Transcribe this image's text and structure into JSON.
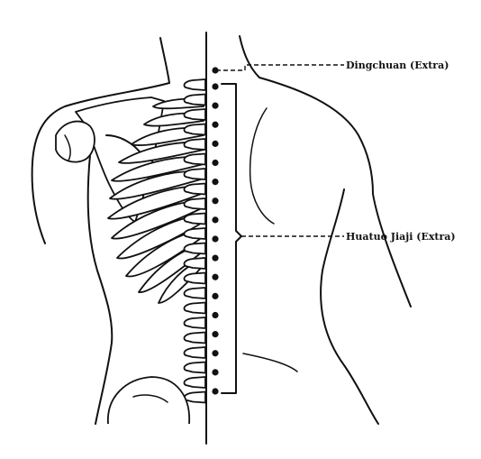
{
  "labels": {
    "dingchuan": "Dingchuan (Extra)",
    "huatuo": "Huatuo Jiaji (Extra)"
  },
  "points": {
    "dingchuan_count": 1,
    "huatuo_jiaji_count": 17
  },
  "colors": {
    "ink": "#111111",
    "background": "#ffffff"
  }
}
